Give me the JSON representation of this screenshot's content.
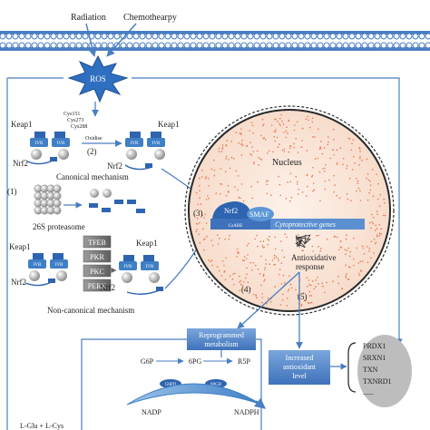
{
  "membrane": {
    "stimulus_1": "Radiation",
    "stimulus_2": "Chemothearpy"
  },
  "ros": {
    "label": "ROS"
  },
  "oxidation": {
    "residues": [
      "Cys151",
      "Cys273",
      "Cys288"
    ],
    "oxidise_label": "Oxidise"
  },
  "canonical": {
    "step_number": "(2)",
    "mechanism_label": "Canonical mechanism",
    "keap1_left": "Keap1",
    "keap1_right": "Keap1",
    "nrf2_left": "Nrf2",
    "nrf2_right": "Nrf2",
    "ivr": "IVR"
  },
  "proteasome": {
    "step_number": "(1)",
    "label": "26S proteasome"
  },
  "noncanonical": {
    "keap1_left": "Keap1",
    "keap1_right": "Keap1",
    "nrf2_left": "Nrf2",
    "nrf2_right": "Nrf2",
    "kinases": [
      "TFEB",
      "PKR",
      "PKC",
      "PERK"
    ],
    "mechanism_label": "Non-canonical mechanism"
  },
  "nucleus": {
    "label": "Nucleus",
    "step_3": "(3)",
    "step_4": "(4)",
    "step_5": "(5)",
    "nrf2": "Nrf2",
    "smaf": "SMAF",
    "are": "CsARE",
    "genes": "Cytoprotective genes",
    "antioxidative_line1": "Antioxidative",
    "antioxidative_line2": "response"
  },
  "metabolism": {
    "line1": "Reprogrammed",
    "line2": "metabolism",
    "g6p": "G6P",
    "pg6": "6PG",
    "r5p": "R5P",
    "g6pd": "G6PD",
    "pgd6": "6PGD",
    "nadp": "NADP",
    "nadph": "NADPH",
    "glu": "L-Glu + L-Cys"
  },
  "antioxidant": {
    "line1": "Increased",
    "line2": "antioxidant",
    "line3": "level",
    "proteins": [
      "PRDX1",
      "SRXN1",
      "TXN",
      "TXNRD1",
      "......"
    ]
  },
  "colors": {
    "membrane": "#4a7ec2",
    "ros": "#2f6fc1",
    "box_blue": "#5b8fd0",
    "nucleus_dot": "#e8794f",
    "grey_ellipse": "#bdbdbd",
    "nrf2": "#2e64b0"
  }
}
